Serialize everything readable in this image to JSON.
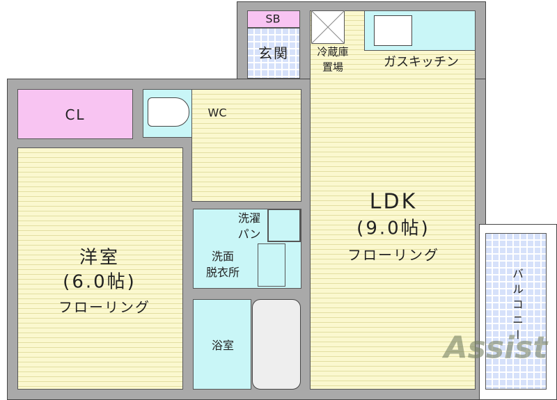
{
  "rooms": {
    "cl": "CL",
    "wc": "WC",
    "sb": "SB",
    "genkan": "玄関",
    "fridge": "冷蔵庫",
    "fridge2": "置場",
    "kitchen": "ガスキッチン",
    "western_name": "洋室",
    "western_size": "(6.0帖)",
    "western_floor": "フローリング",
    "ldk_name": "LDK",
    "ldk_size": "(9.0帖)",
    "ldk_floor": "フローリング",
    "washpan1": "洗濯",
    "washpan2": "パン",
    "washroom1": "洗面",
    "washroom2": "脱衣所",
    "bath": "浴室",
    "balcony": "バルコニー"
  },
  "logo": "Assist",
  "colors": {
    "floor": "#fbf8cf",
    "wet_area": "#c9f6f7",
    "storage": "#f8c4f2",
    "entrance": "#d6e1fa",
    "wall": "#a9a9a9"
  }
}
